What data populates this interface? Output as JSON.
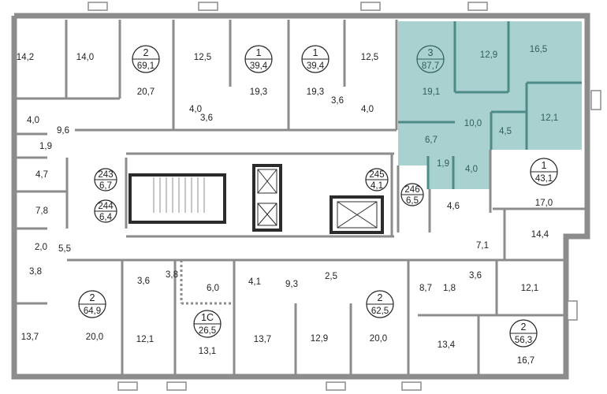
{
  "highlight_color": "#a9d1cf",
  "apartments": [
    {
      "rooms": "2",
      "area": "69,1"
    },
    {
      "rooms": "1",
      "area": "39,4"
    },
    {
      "rooms": "1",
      "area": "39,4"
    },
    {
      "rooms": "3",
      "area": "87,7"
    },
    {
      "rooms": "1",
      "area": "43,1"
    },
    {
      "rooms": "2",
      "area": "64,9"
    },
    {
      "rooms": "1С",
      "area": "26,5"
    },
    {
      "rooms": "2",
      "area": "62,5"
    },
    {
      "rooms": "2",
      "area": "56,3"
    }
  ],
  "storage": [
    {
      "number": "243",
      "area": "6,7"
    },
    {
      "number": "244",
      "area": "6,4"
    },
    {
      "number": "245",
      "area": "4,1"
    },
    {
      "number": "246",
      "area": "6,5"
    }
  ],
  "rooms": [
    "14,2",
    "14,0",
    "20,7",
    "12,5",
    "19,3",
    "19,3",
    "12,5",
    "4,0",
    "9,6",
    "1,9",
    "4,0",
    "3,6",
    "3,6",
    "4,0",
    "4,7",
    "7,8",
    "2,0",
    "5,5",
    "3,8",
    "3,6",
    "3,8",
    "6,0",
    "4,1",
    "9,3",
    "2,5",
    "13,7",
    "20,0",
    "12,1",
    "13,1",
    "13,7",
    "12,9",
    "20,0",
    "13,4",
    "16,7",
    "12,1",
    "3,6",
    "1,8",
    "8,7",
    "7,1",
    "14,4",
    "4,6",
    "17,0"
  ],
  "highlighted_rooms": [
    "12,9",
    "16,5",
    "19,1",
    "10,0",
    "4,5",
    "12,1",
    "6,7",
    "1,9",
    "4,0"
  ]
}
